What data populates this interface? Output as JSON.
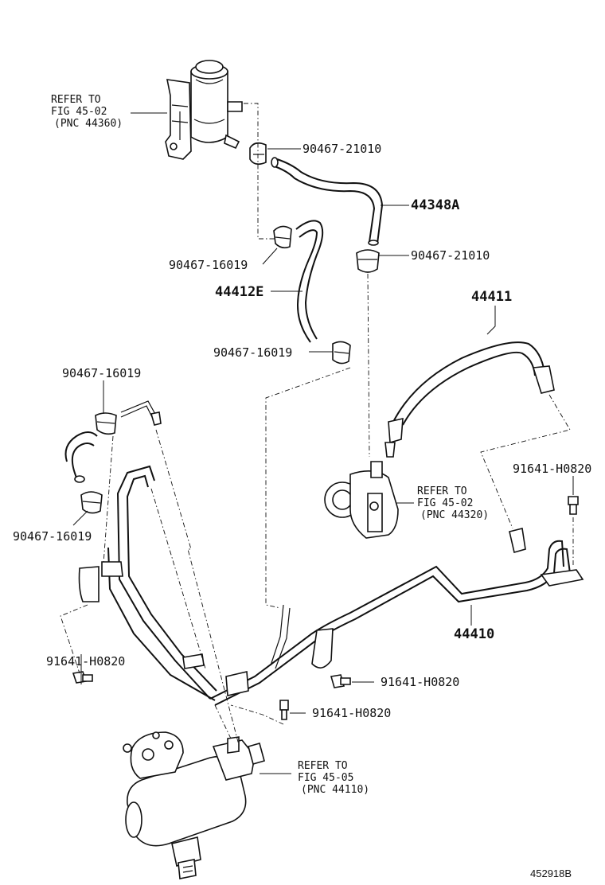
{
  "diagram": {
    "reference_id": "452918B",
    "references": [
      {
        "id": "ref-reservoir",
        "line1": "REFER TO",
        "line2": "FIG 45-02",
        "line3": "(PNC 44360)"
      },
      {
        "id": "ref-pump",
        "line1": "REFER TO",
        "line2": "FIG 45-02",
        "line3": "(PNC 44320)"
      },
      {
        "id": "ref-gear",
        "line1": "REFER TO",
        "line2": "FIG 45-05",
        "line3": "(PNC 44110)"
      }
    ],
    "part_labels": {
      "clamp_top": "90467-21010",
      "hose_44348A": "44348A",
      "clamp_mid": "90467-21010",
      "clamp_upper_left": "90467-16019",
      "hose_44412E": "44412E",
      "clamp_lower": "90467-16019",
      "hose_44411": "44411",
      "clamp_left_top": "90467-16019",
      "clamp_left_bottom": "90467-16019",
      "bolt_right": "91641-H0820",
      "bolt_left": "91641-H0820",
      "tube_44410": "44410",
      "bolt_center": "91641-H0820",
      "bolt_bottom": "91641-H0820"
    }
  }
}
